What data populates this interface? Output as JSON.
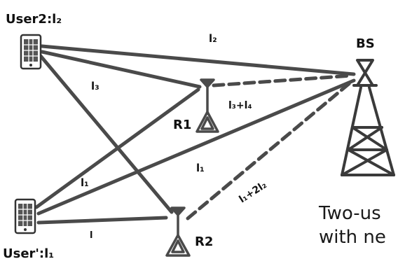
{
  "labels": {
    "user2": "User2:l₂",
    "user1": "User':l₁",
    "bs": "BS",
    "r1": "R1",
    "r2": "R2",
    "link_user2_bs": "l₂",
    "link_user2_r1": "l₃",
    "link_r1_bs": "l₃+l₄",
    "link_user1_r1": "l₁",
    "link_user1_bs": "l₁",
    "link_user1_r2": "l",
    "link_r2_bs": "l₁+2l₂"
  },
  "caption": {
    "line1": "Two-us",
    "line2": "with ne"
  },
  "colors": {
    "line": "#4a4a4a",
    "ink": "#111111"
  },
  "icons": {
    "user_device": "smartphone-icon",
    "tower": "cell-tower-icon"
  }
}
